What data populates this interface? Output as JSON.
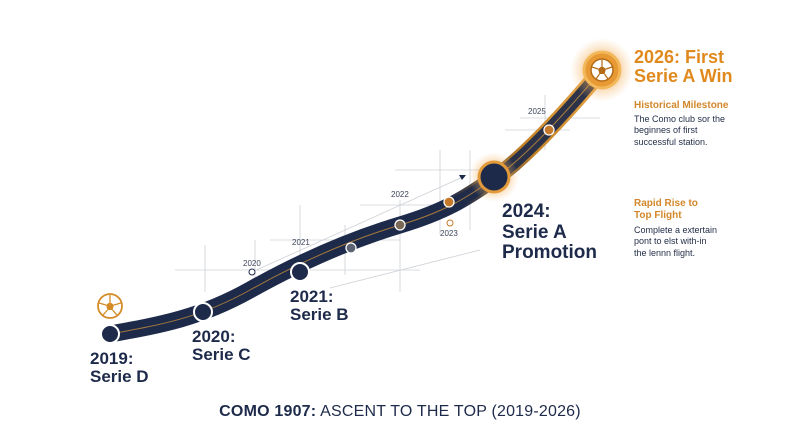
{
  "milestones": [
    {
      "year_line": "2019:",
      "league": "Serie D"
    },
    {
      "year_line": "2020:",
      "league": "Serie C"
    },
    {
      "year_line": "2021:",
      "league": "Serie B"
    },
    {
      "year_line": "2024:",
      "league_line1": "Serie A",
      "league_line2": "Promotion"
    },
    {
      "title_line1": "2026: First",
      "title_line2": "Serie A Win"
    }
  ],
  "year_ticks": [
    "2020",
    "2021",
    "2022",
    "2023",
    "2025"
  ],
  "side_notes": [
    {
      "heading": "Historical Milestone",
      "body_lines": [
        "The Como club sor the",
        "beginnes of first",
        "successful station."
      ]
    },
    {
      "heading_lines": [
        "Rapid Rise to",
        "Top Flight"
      ],
      "body_lines": [
        "Complete a extertain",
        "pont to elst with-in",
        "the lennn flight."
      ]
    }
  ],
  "footer_title": {
    "bold": "COMO 1907:",
    "rest": " ASCENT TO THE TOP (2019-2026)"
  },
  "colors": {
    "navy": "#1d2a4a",
    "gold": "#d48b25",
    "grid": "#c9ccd3"
  },
  "icons": [
    "soccer-ball-icon"
  ]
}
